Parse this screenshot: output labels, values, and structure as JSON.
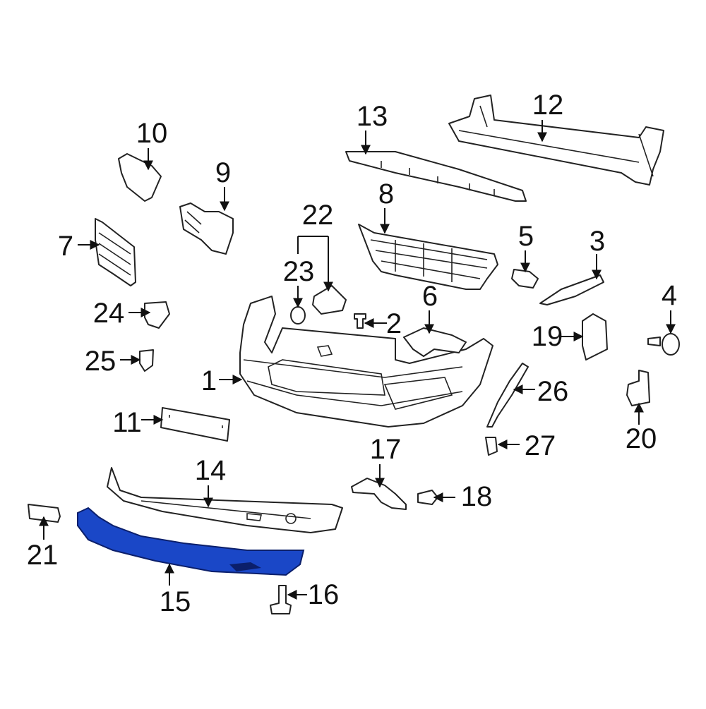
{
  "labels": {
    "p1": "1",
    "p2": "2",
    "p3": "3",
    "p4": "4",
    "p5": "5",
    "p6": "6",
    "p7": "7",
    "p8": "8",
    "p9": "9",
    "p10": "10",
    "p11": "11",
    "p12": "12",
    "p13": "13",
    "p14": "14",
    "p15": "15",
    "p16": "16",
    "p17": "17",
    "p18": "18",
    "p19": "19",
    "p20": "20",
    "p21": "21",
    "p22": "22",
    "p23": "23",
    "p24": "24",
    "p25": "25",
    "p26": "26",
    "p27": "27"
  },
  "highlighted_part": "15",
  "colors": {
    "highlight": "#1a47c7",
    "line": "#222222",
    "background": "#ffffff"
  }
}
